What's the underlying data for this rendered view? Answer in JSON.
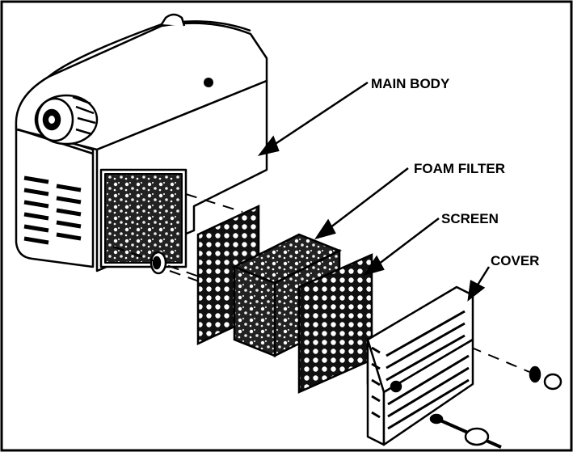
{
  "diagram": {
    "labels": {
      "main_body": "MAIN BODY",
      "foam_filter": "FOAM FILTER",
      "screen": "SCREEN",
      "cover": "COVER"
    },
    "colors": {
      "ink": "#000000",
      "paper": "#ffffff"
    }
  }
}
